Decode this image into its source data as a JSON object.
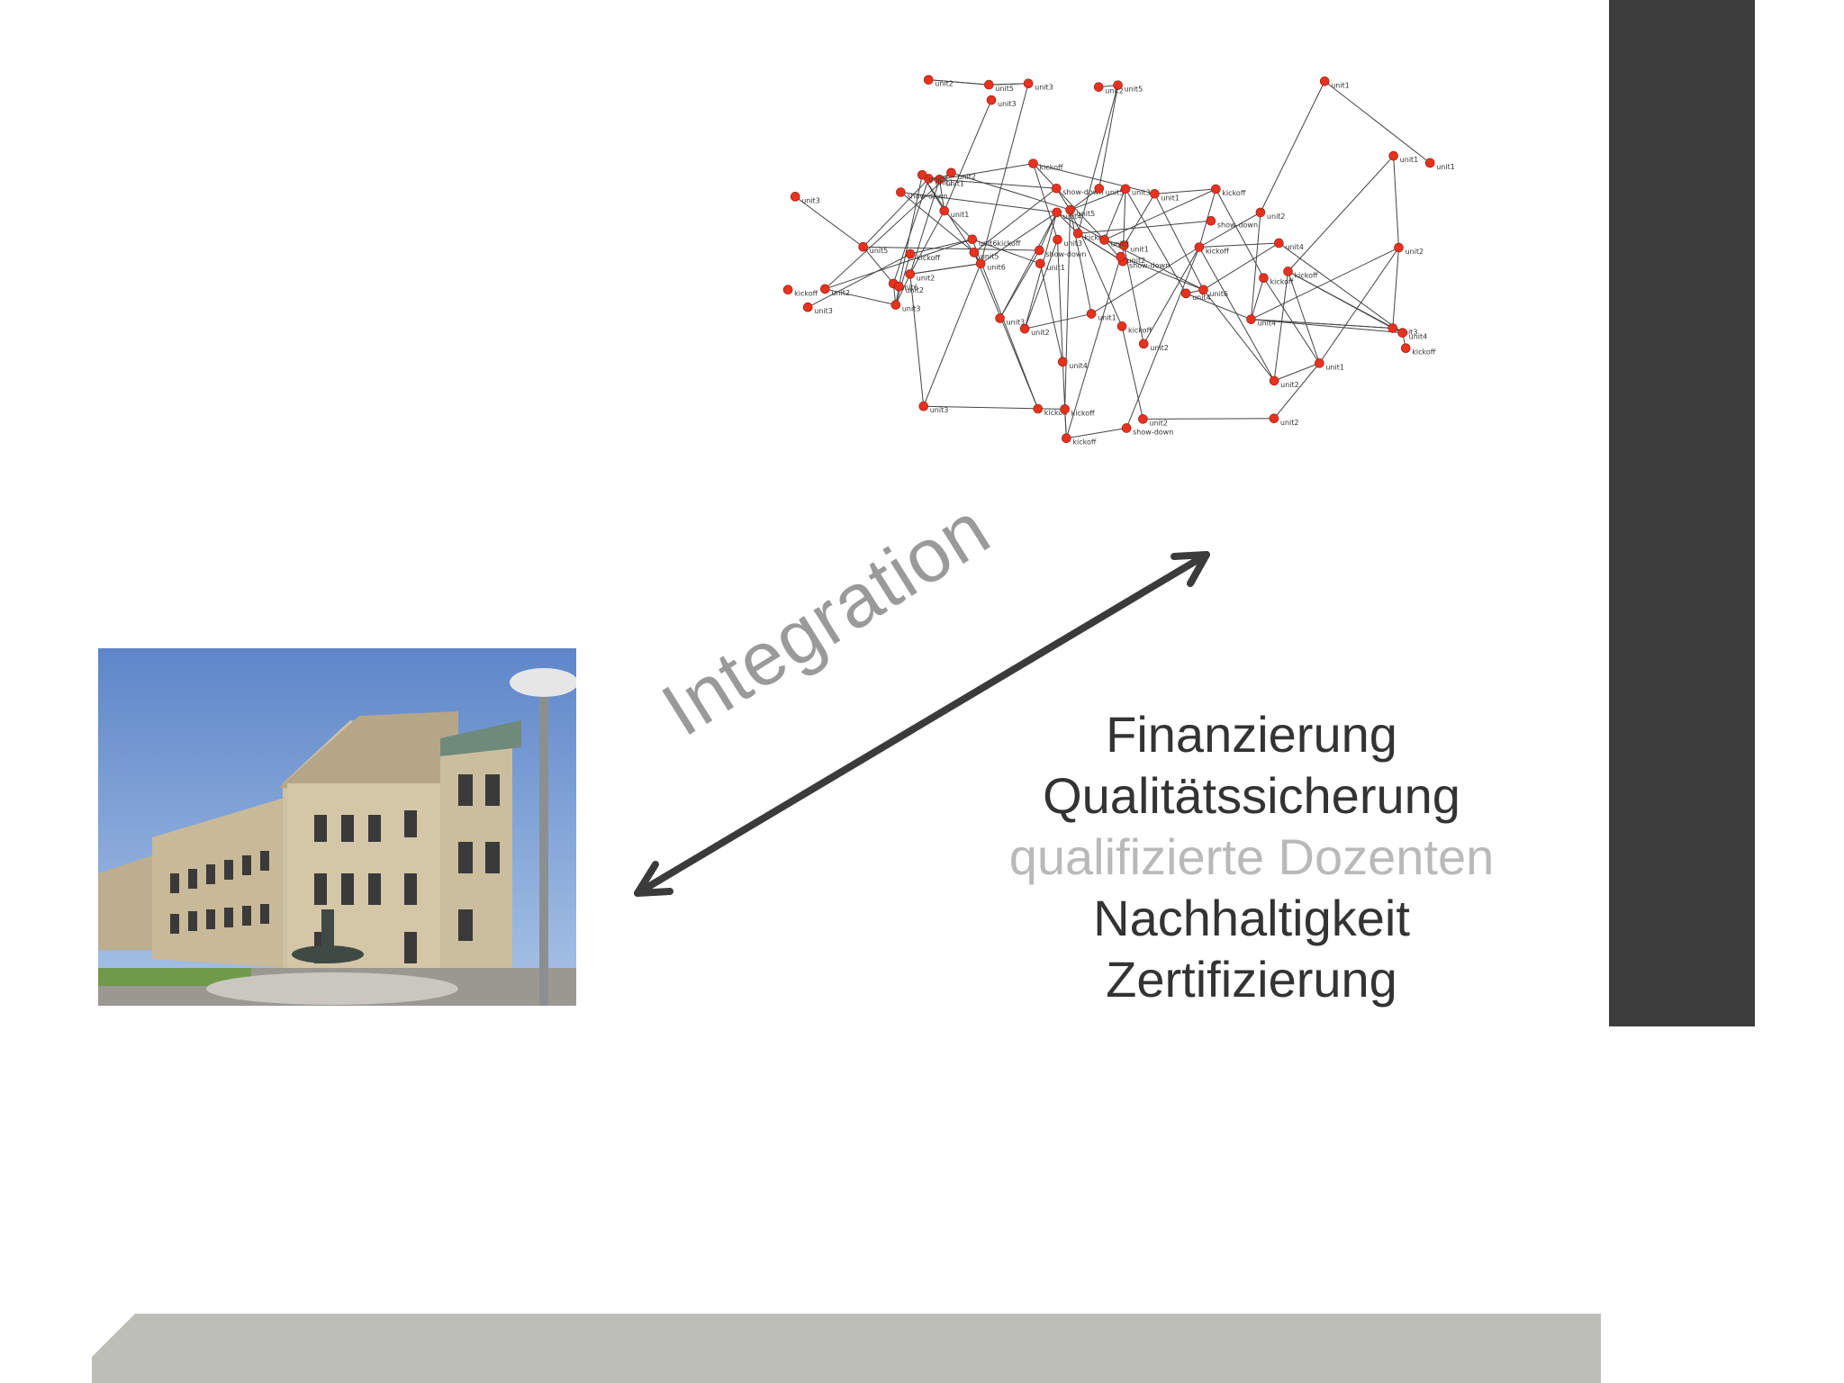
{
  "slide": {
    "diagram_label": "Integration",
    "topics": [
      {
        "text": "Finanzierung",
        "muted": false
      },
      {
        "text": "Qualitätssicherung",
        "muted": false
      },
      {
        "text": "qualifizierte Dozenten",
        "muted": true
      },
      {
        "text": "Nachhaltigkeit",
        "muted": false
      },
      {
        "text": "Zertifizierung",
        "muted": false
      }
    ],
    "network_node_labels": [
      "unit5",
      "unit6",
      "unit6",
      "unit3",
      "unit1",
      "kickoff",
      "unit5",
      "unit6kickoff",
      "show-down",
      "show-down",
      "show-down",
      "unit1",
      "unit4",
      "show-down",
      "unit3",
      "kickoff",
      "unit2",
      "unit6",
      "unit1",
      "unit2",
      "unit3",
      "unit4",
      "show-down",
      "unit5",
      "unit2",
      "unit5",
      "unit4",
      "show-down",
      "kickoff",
      "unit3",
      "unit2",
      "unit2",
      "unit3",
      "unit2",
      "unit1",
      "unit5",
      "kickoff",
      "unit1",
      "unit1",
      "unit2",
      "kickoff",
      "unit2",
      "unit2",
      "unit5",
      "kickoff",
      "unit4",
      "unit1",
      "kickoff",
      "kickoff",
      "unit5",
      "unit1",
      "kickoff",
      "kickoff",
      "unit3",
      "unit2",
      "unit2",
      "unit2",
      "unit1",
      "unit3",
      "unit1",
      "unit3",
      "unit4",
      "kickoff",
      "kickoff",
      "unit3",
      "unit3",
      "unit4",
      "unit1",
      "kickoff",
      "unit2",
      "unit2",
      "unit3"
    ]
  },
  "colors": {
    "right_bar": "#3d3d3d",
    "bottom_band": "#bdbeb8",
    "arrow": "#3b3b3b",
    "node_fill": "#e8321e",
    "edge": "#444444",
    "label_muted": "#9a9a9a",
    "topic_text": "#333333",
    "topic_muted": "#b9b9b9"
  }
}
